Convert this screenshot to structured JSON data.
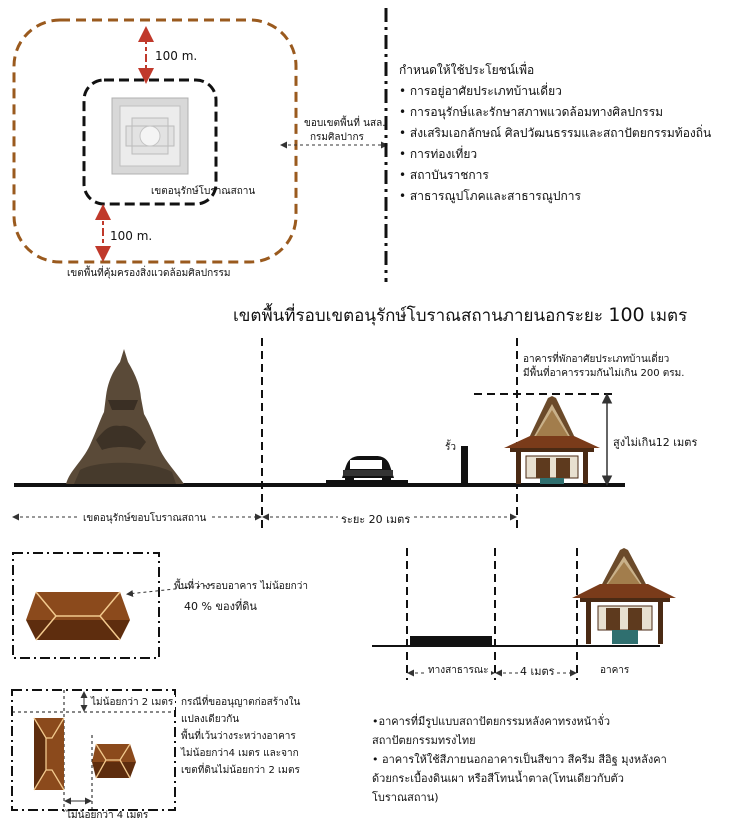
{
  "top_diagram": {
    "distance_top": "100 m.",
    "distance_bottom": "100 m.",
    "boundary_label_line1": "ขอบเขตพื้นที่ นสล.",
    "boundary_label_line2": "กรมศิลปากร",
    "inner_zone_label": "เขตอนุรักษ์โบราณสถาน",
    "outer_zone_label": "เขตพื้นที่คุ้มครองสิ่งแวดล้อมศิลปกรรม"
  },
  "usage": {
    "title": "กำหนดให้ใช้ประโยชน์เพื่อ",
    "items": [
      "การอยู่อาศัยประเภทบ้านเดี่ยว",
      "การอนุรักษ์และรักษาสภาพแวดล้อมทางศิลปกรรม",
      "ส่งเสริมเอกลักษณ์ ศิลปวัฒนธรรมและสถาปัตยกรรมท้องถิ่น",
      "การท่องเที่ยว",
      "สถาบันราชการ",
      "สาธารณูปโภคและสาธารณูปการ"
    ]
  },
  "heading": {
    "text_prefix": "เขตพื้นที่รอบเขตอนุรักษ์โบราณสถานภายนอกระยะ ",
    "text_number": "100",
    "text_suffix": " เมตร"
  },
  "section_diagram": {
    "building_note_line1": "อาคารที่พักอาศัยประเภทบ้านเดี่ยว",
    "building_note_line2": "มีพื้นที่อาคารรวมกันไม่เกิน 200 ตรม.",
    "height_label": "สูงไม่เกิน12 เมตร",
    "fence_label": "รั้ว",
    "conservation_label": "เขตอนุรักษ์ขอบโบราณสถาน",
    "distance_label": "ระยะ 20 เมตร"
  },
  "open_space": {
    "line1": "พื้นที่ว่างรอบอาคาร ไม่น้อยกว่า",
    "line2": "40 % ของที่ดิน"
  },
  "setback": {
    "road_label": "ทางสาธารณะ",
    "distance_label": "4 เมตร",
    "building_label": "อาคาร"
  },
  "spacing": {
    "top_label": "ไม่น้อยกว่า 2 เมตร",
    "bottom_label": "ไม่น้อยกว่า 4 เมตร",
    "note_lines": [
      "กรณีที่ขออนุญาตก่อสร้างใน",
      "แปลงเดียวกัน",
      "พื้นที่เว้นว่างระหว่างอาคาร",
      "ไม่น้อยกว่า4 เมตร และจาก",
      "เขตที่ดินไม่น้อยกว่า  2 เมตร"
    ]
  },
  "notes": {
    "lines": [
      "•อาคารที่มีรูปแบบสถาปัตยกรรมหลังคาทรงหน้าจั่ว",
      "สถาปัตยกรรมทรงไทย",
      "• อาคารให้ใช้สีภายนอกอาคารเป็นสีขาว สีครีม สีอิฐ มุงหลังคา",
      "ด้วยกระเบื้องดินเผา หรือสีโทนน้ำตาล(โทนเดียวกับตัว",
      "โบราณสถาน)"
    ]
  },
  "colors": {
    "outer_zone": "#9a5a1e",
    "arrow": "#c0392b",
    "roof": "#8b4a1c",
    "roof_dark": "#5e2d0e"
  }
}
